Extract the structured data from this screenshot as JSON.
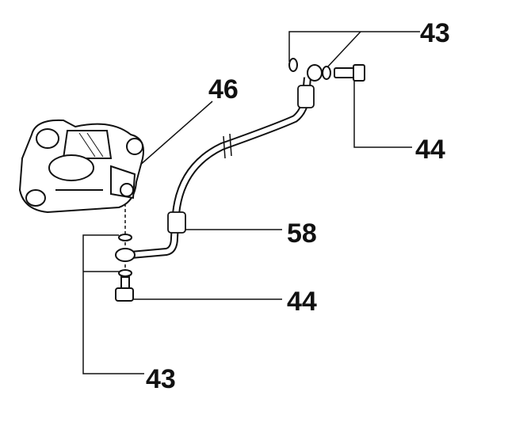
{
  "diagram": {
    "callouts": [
      {
        "id": "washer-top",
        "label": "43"
      },
      {
        "id": "caliper",
        "label": "46"
      },
      {
        "id": "bolt-top",
        "label": "44"
      },
      {
        "id": "hose",
        "label": "58"
      },
      {
        "id": "bolt-bottom",
        "label": "44"
      },
      {
        "id": "washer-bottom",
        "label": "43"
      }
    ],
    "line_color": "#111111"
  }
}
